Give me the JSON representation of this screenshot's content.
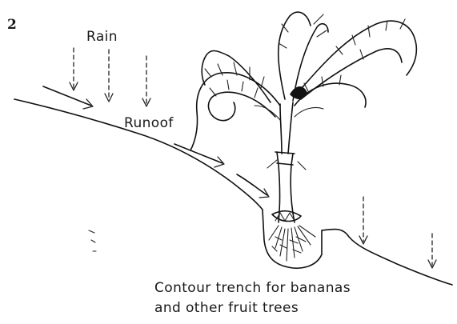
{
  "figure": {
    "number": "2",
    "labels": {
      "rain": "Rain",
      "runoff": "Runoof",
      "caption_line1": "Contour trench for bananas",
      "caption_line2": "and other fruit trees"
    }
  }
}
